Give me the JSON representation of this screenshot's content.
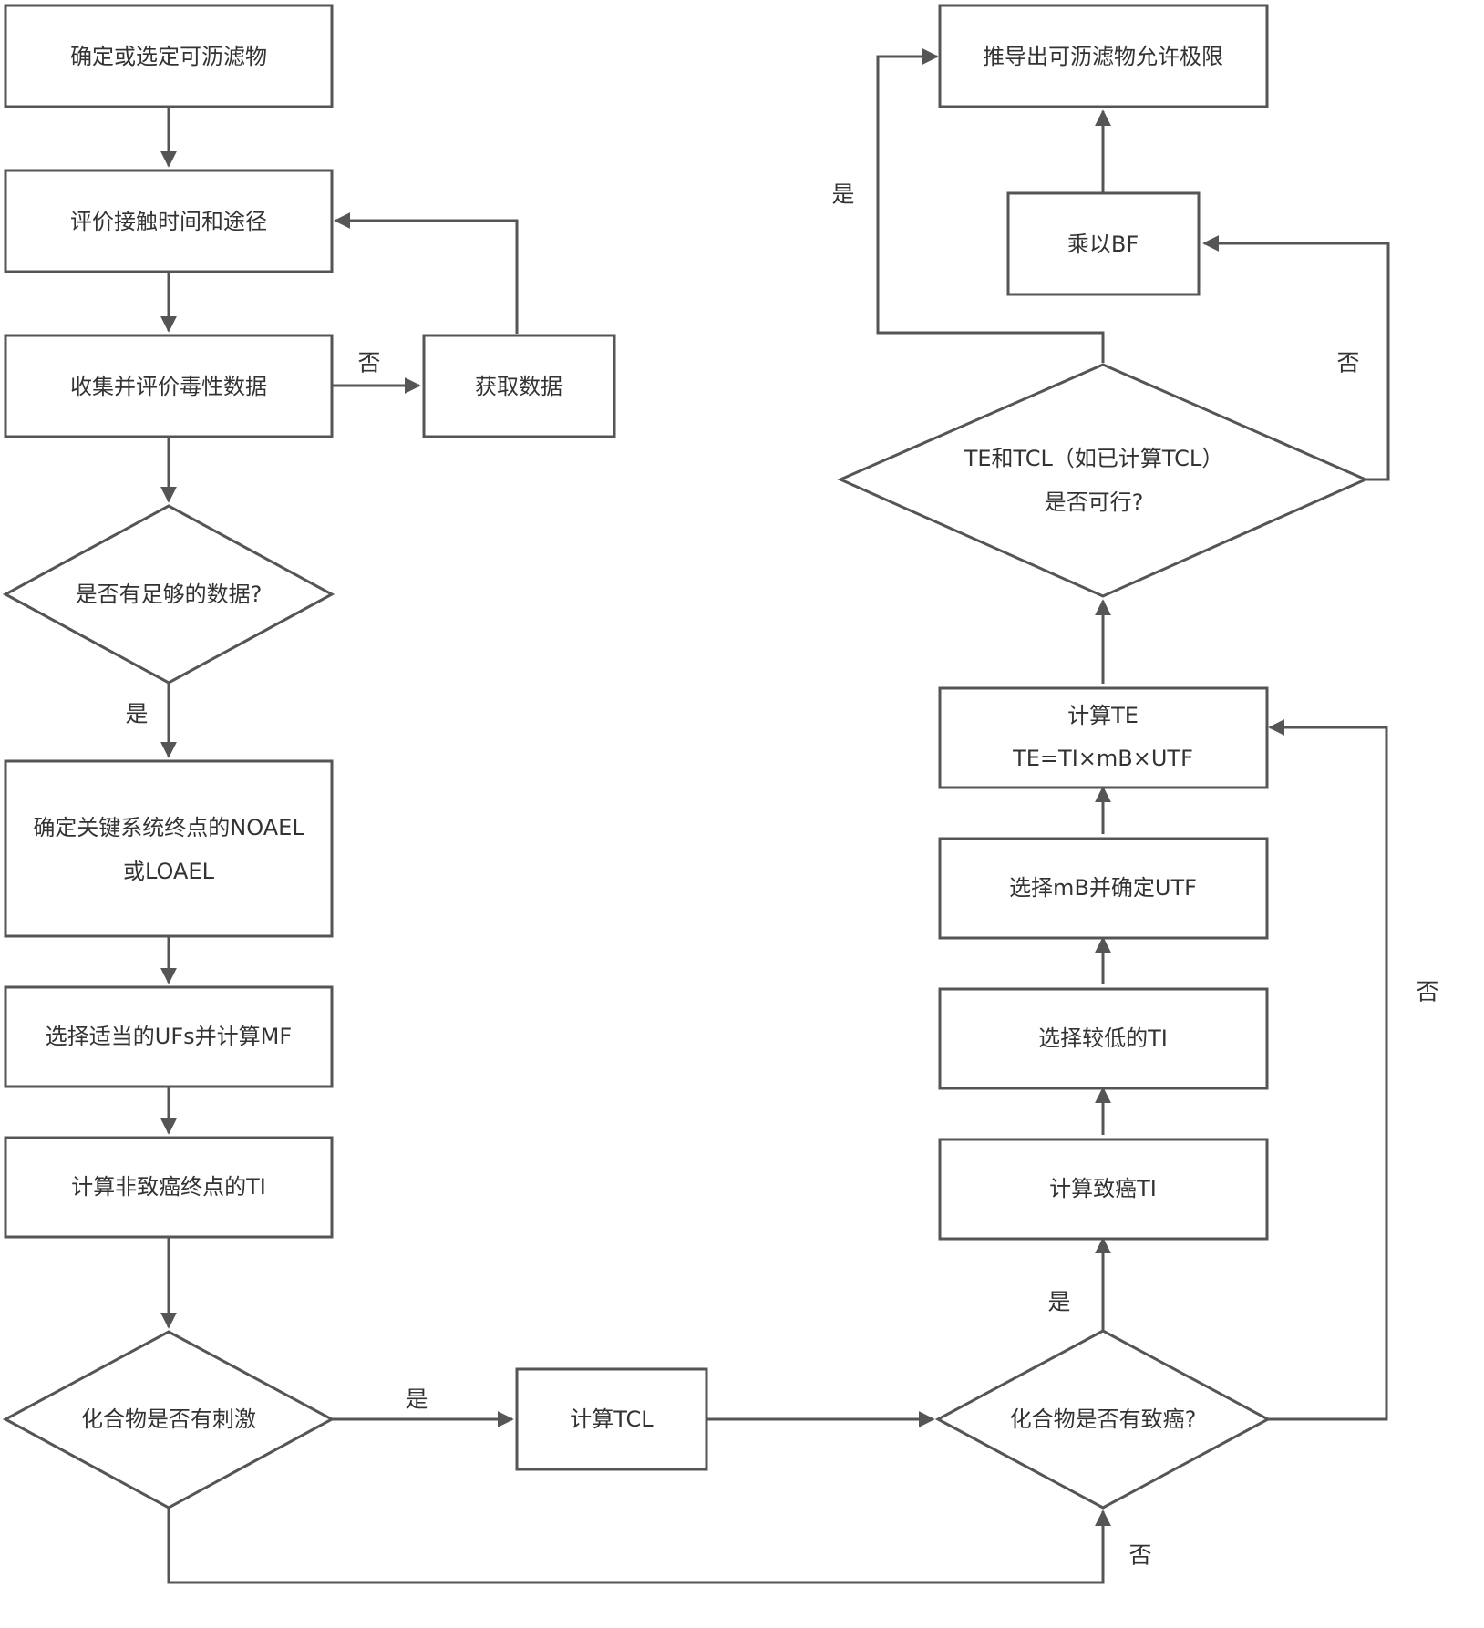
{
  "nodes": {
    "identify": "确定或选定可沥滤物",
    "assess_exposure": "评价接触时间和途径",
    "collect_tox": "收集并评价毒性数据",
    "obtain_data": "获取数据",
    "enough_data": "是否有足够的数据?",
    "noael_1": "确定关键系统终点的NOAEL",
    "noael_2": "或LOAEL",
    "select_ufs": "选择适当的UFs并计算MF",
    "calc_ti_noncarc": "计算非致癌终点的TI",
    "irritant": "化合物是否有刺激",
    "calc_tcl": "计算TCL",
    "carcinogenic": "化合物是否有致癌?",
    "calc_carc_ti": "计算致癌TI",
    "select_lower_ti": "选择较低的TI",
    "select_mb": "选择mB并确定UTF",
    "calc_te_1": "计算TE",
    "calc_te_2": "TE=TI×mB×UTF",
    "feasible_1": "TE和TCL（如已计算TCL）",
    "feasible_2": "是否可行?",
    "multiply_bf": "乘以BF",
    "derive_limit": "推导出可沥滤物允许极限"
  },
  "labels": {
    "no_obtain": "否",
    "yes_enough": "是",
    "yes_irritant": "是",
    "no_irritant": "否",
    "yes_carc": "是",
    "no_carc": "否",
    "yes_feasible": "是",
    "no_feasible": "否"
  },
  "colors": {
    "stroke": "#555555",
    "text": "#333333",
    "background": "#ffffff"
  }
}
